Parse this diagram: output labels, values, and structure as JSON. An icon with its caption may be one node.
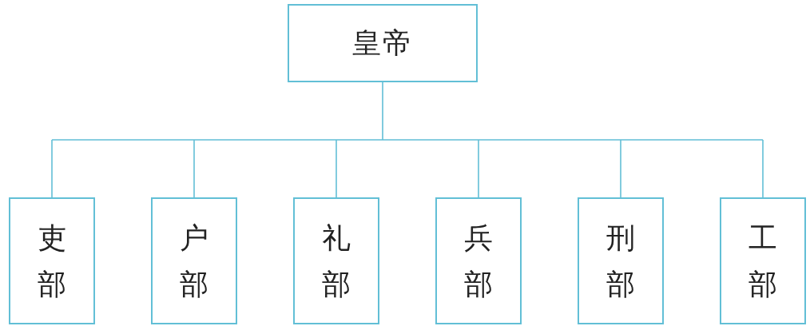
{
  "diagram": {
    "nodes": [
      {
        "text": [
          "皇帝"
        ]
      },
      {
        "text": [
          "吏部"
        ]
      },
      {
        "text": [
          "户部"
        ]
      },
      {
        "text": [
          "礼部"
        ]
      },
      {
        "text": [
          "兵部"
        ]
      },
      {
        "text": [
          "刑部"
        ]
      },
      {
        "text": [
          "工部"
        ]
      }
    ],
    "edges": [
      {
        "from": 0,
        "to": 1,
        "arrow": "none"
      },
      {
        "from": 0,
        "to": 2,
        "arrow": "none"
      },
      {
        "from": 0,
        "to": 3,
        "arrow": "none"
      },
      {
        "from": 0,
        "to": 4,
        "arrow": "none"
      },
      {
        "from": 0,
        "to": 5,
        "arrow": "none"
      },
      {
        "from": 0,
        "to": 6,
        "arrow": "none"
      }
    ]
  }
}
